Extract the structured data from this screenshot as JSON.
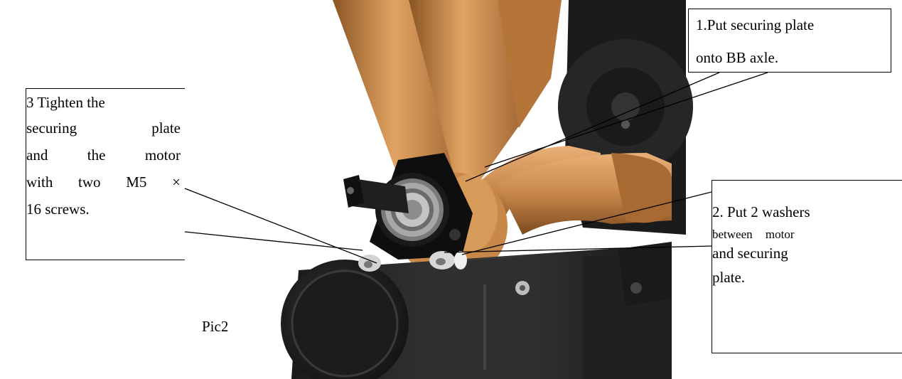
{
  "callouts": {
    "step1": {
      "line1": "1.Put securing plate",
      "line2": "onto BB axle."
    },
    "step2": {
      "line1": "2. Put 2 washers",
      "line2": "between motor",
      "line3": "and securing",
      "line4": "plate."
    },
    "step3": {
      "line1": "3 Tighten the",
      "line2": "securing plate",
      "line3": "and the motor",
      "line4": "with two M5 ×",
      "line5": "16 screws."
    }
  },
  "figure_label": "Pic2",
  "colors": {
    "frame": "#c98a4b",
    "motor": "#2b2b2b",
    "plate": "#111111",
    "chainring": "#1e1e1e"
  }
}
